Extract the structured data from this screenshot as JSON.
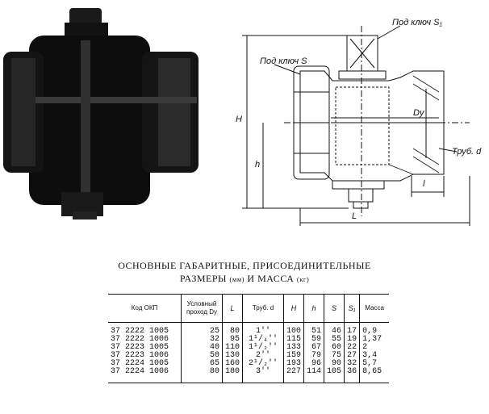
{
  "figure": {
    "label_key_s1": "Под ключ S₁",
    "label_key_s": "Под ключ S",
    "label_h_big": "H",
    "label_h_small": "h",
    "label_dy": "Dy",
    "label_pipe": "Труб. d",
    "label_l_small": "l",
    "label_l_big": "L"
  },
  "caption": {
    "line1": "ОСНОВНЫЕ ГАБАРИТНЫЕ, ПРИСОЕДИНИТЕЛЬНЫЕ",
    "line2_a": "РАЗМЕРЫ",
    "line2_b": "(мм)",
    "line2_c": "И МАССА",
    "line2_d": "(кг)"
  },
  "table": {
    "headers": {
      "code": "Код ОКП",
      "dy": "Условный проход Dy",
      "L": "L",
      "pipe": "Труб. d",
      "H": "H",
      "h": "h",
      "S": "S",
      "S1": "S₁",
      "mass": "Масса"
    },
    "rows": [
      {
        "code": "37 2222 1005",
        "dy": "25",
        "L": "80",
        "pipe": "1''",
        "H": "100",
        "h": "51",
        "S": "46",
        "S1": "17",
        "mass": "0,9"
      },
      {
        "code": "37 2222 1006",
        "dy": "32",
        "L": "95",
        "pipe": "1¹/₄''",
        "H": "115",
        "h": "59",
        "S": "55",
        "S1": "19",
        "mass": "1,37"
      },
      {
        "code": "37 2223 1005",
        "dy": "40",
        "L": "110",
        "pipe": "1¹/₂''",
        "H": "133",
        "h": "67",
        "S": "60",
        "S1": "22",
        "mass": "2"
      },
      {
        "code": "37 2223 1006",
        "dy": "50",
        "L": "130",
        "pipe": "2''",
        "H": "159",
        "h": "79",
        "S": "75",
        "S1": "27",
        "mass": "3,4"
      },
      {
        "code": "37 2224 1005",
        "dy": "65",
        "L": "160",
        "pipe": "2¹/₂''",
        "H": "193",
        "h": "96",
        "S": "90",
        "S1": "32",
        "mass": "5,7"
      },
      {
        "code": "37 2224 1006",
        "dy": "80",
        "L": "180",
        "pipe": "3''",
        "H": "227",
        "h": "114",
        "S": "105",
        "S1": "36",
        "mass": "8,65"
      }
    ]
  }
}
